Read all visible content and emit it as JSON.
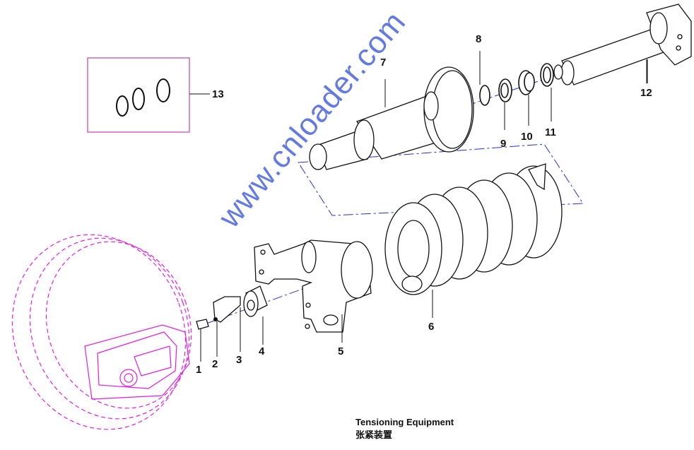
{
  "caption": {
    "title_en": "Tensioning Equipment",
    "title_zh": "张紧装置"
  },
  "watermark": "www.cnloader.com",
  "callouts": {
    "c1": "1",
    "c2": "2",
    "c3": "3",
    "c4": "4",
    "c5": "5",
    "c6": "6",
    "c7": "7",
    "c8": "8",
    "c9": "9",
    "c10": "10",
    "c11": "11",
    "c12": "12",
    "c13": "13"
  },
  "colors": {
    "line": "#111111",
    "idler": "#e020e0",
    "watermark": "#2f4fd8",
    "centerline": "#2233cc"
  }
}
